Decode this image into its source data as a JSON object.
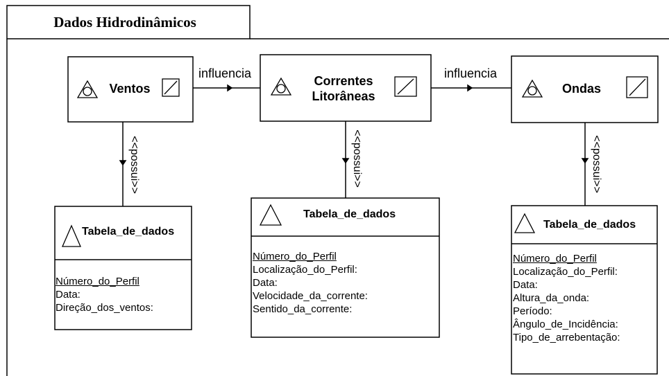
{
  "package": {
    "title": "Dados Hidrodinâmicos"
  },
  "classes": {
    "ventos": {
      "name": "Ventos"
    },
    "correntes": {
      "name_line1": "Correntes",
      "name_line2": "Litorâneas"
    },
    "ondas": {
      "name": "Ondas"
    }
  },
  "associations": {
    "influencia_1": "influencia",
    "influencia_2": "influencia",
    "possui_1": "<<possui>>",
    "possui_2": "<<possui>>",
    "possui_3": "<<possui>>"
  },
  "tables": {
    "ventos": {
      "name": "Tabela_de_dados",
      "attributes": [
        "Número_do_Perfil",
        "Data:",
        "Direção_dos_ventos:"
      ]
    },
    "correntes": {
      "name": "Tabela_de_dados",
      "attributes": [
        "Número_do_Perfil",
        "Localização_do_Perfil:",
        "Data:",
        "Velocidade_da_corrente:",
        "Sentido_da_corrente:"
      ]
    },
    "ondas": {
      "name": "Tabela_de_dados",
      "attributes": [
        "Número_do_Perfil",
        "Localização_do_Perfil:",
        "Data:",
        "Altura_da_onda:",
        "Período:",
        "Ângulo_de_Incidência:",
        "Tipo_de_arrebentação:"
      ]
    }
  }
}
